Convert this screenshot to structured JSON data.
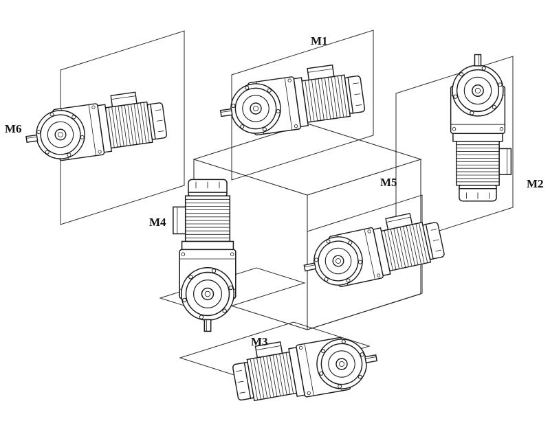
{
  "figure": {
    "title": "gearmotor-mounting-positions-diagram",
    "background_color": "#ffffff",
    "line_color": "#1a1a1a",
    "label_color": "#111111",
    "labels": {
      "m1": "M1",
      "m2": "M2",
      "m3": "M3",
      "m4": "M4",
      "m5": "M5",
      "m6": "M6"
    },
    "icons": {
      "gearmotor": "gearmotor-line-drawing-icon",
      "mounting_plane": "mounting-plane-parallelogram",
      "cube": "isometric-reference-cube"
    }
  }
}
